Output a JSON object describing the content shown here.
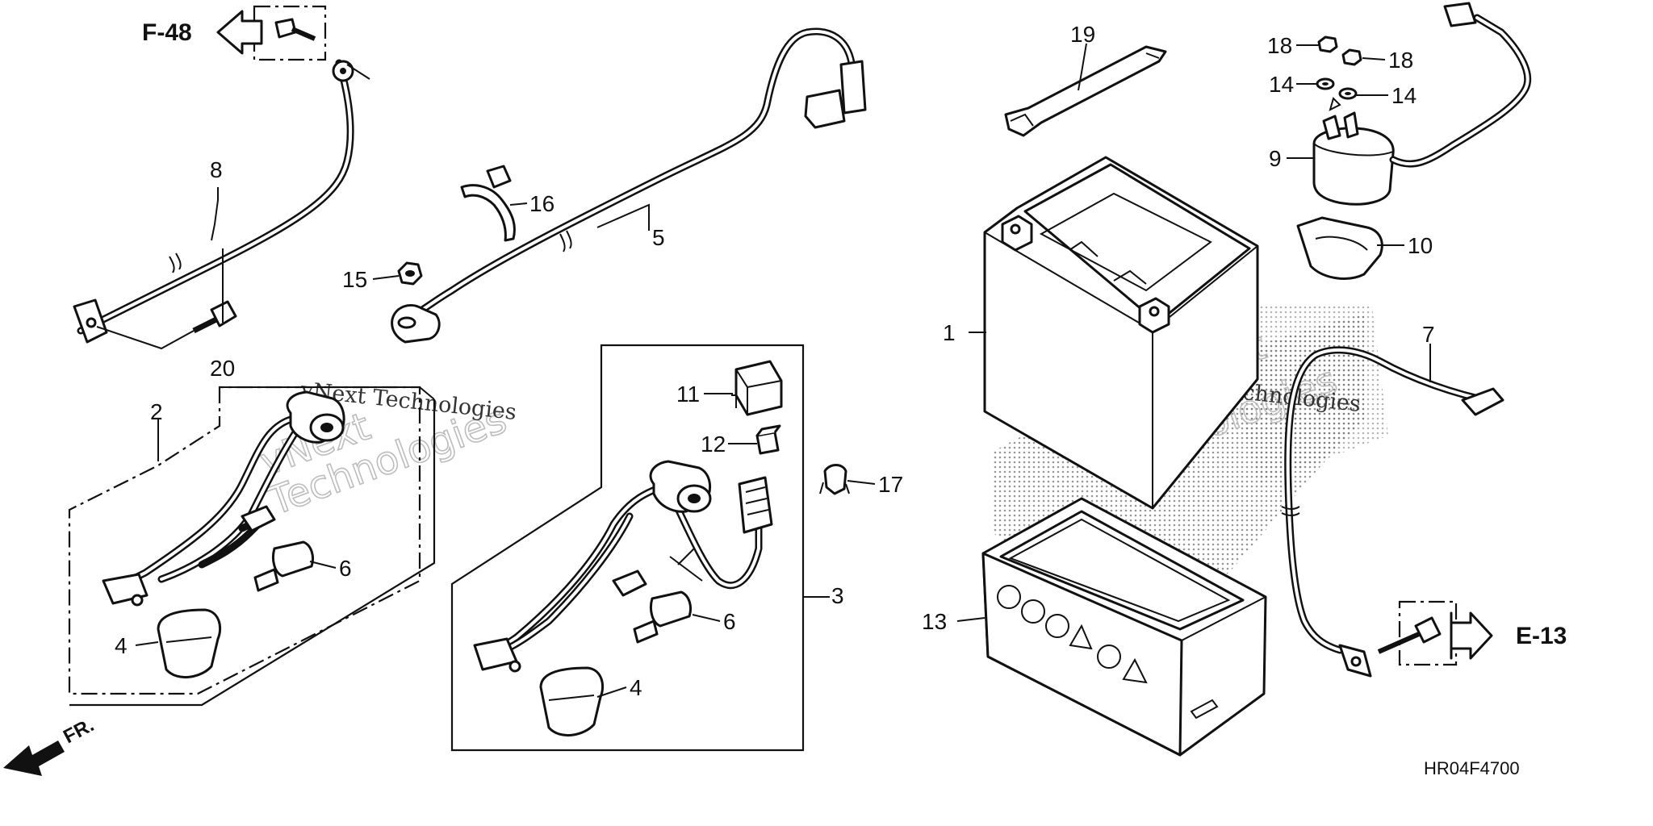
{
  "diagram": {
    "drawing_code": "HR04F4700",
    "front_label": "FR.",
    "references": [
      {
        "id": "ref-f48",
        "text": "F-48"
      },
      {
        "id": "ref-e13",
        "text": "E-13"
      }
    ],
    "callouts": [
      "1",
      "2",
      "3",
      "4",
      "4",
      "5",
      "6",
      "6",
      "7",
      "8",
      "9",
      "10",
      "11",
      "12",
      "13",
      "14",
      "14",
      "15",
      "16",
      "17",
      "18",
      "18",
      "19",
      "20"
    ],
    "watermark": {
      "line1": "vNext Technologies",
      "line2a": "vNext",
      "line2b": "Technologies"
    }
  }
}
